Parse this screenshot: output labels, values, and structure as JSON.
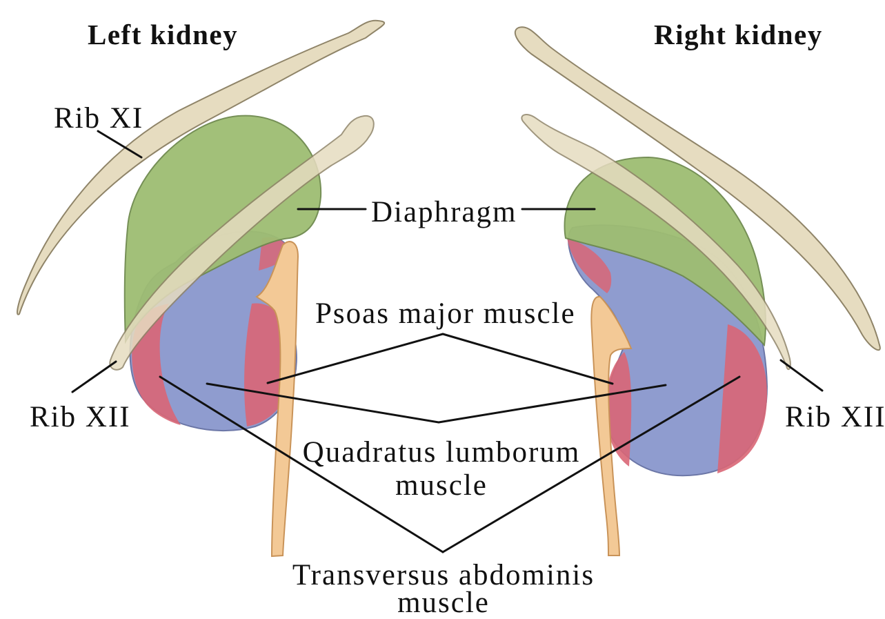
{
  "headings": {
    "left": "Left kidney",
    "right": "Right kidney"
  },
  "labels": {
    "rib_xi": "Rib XI",
    "diaphragm": "Diaphragm",
    "psoas_major": "Psoas major muscle",
    "rib_xii_left": "Rib XII",
    "rib_xii_right": "Rib XII",
    "quadratus_line1": "Quadratus lumborum",
    "quadratus_line2": "muscle",
    "transversus_line1": "Transversus abdominis",
    "transversus_line2": "muscle"
  },
  "colors": {
    "rib": "#e6dcc0",
    "rib_outline": "#8f8468",
    "diaphragm": "#9ebd72",
    "kidney_blue": "#8f9ccf",
    "muscle_red": "#d96676",
    "psoas_tendon": "#f3c996",
    "leader_line": "#111111"
  }
}
